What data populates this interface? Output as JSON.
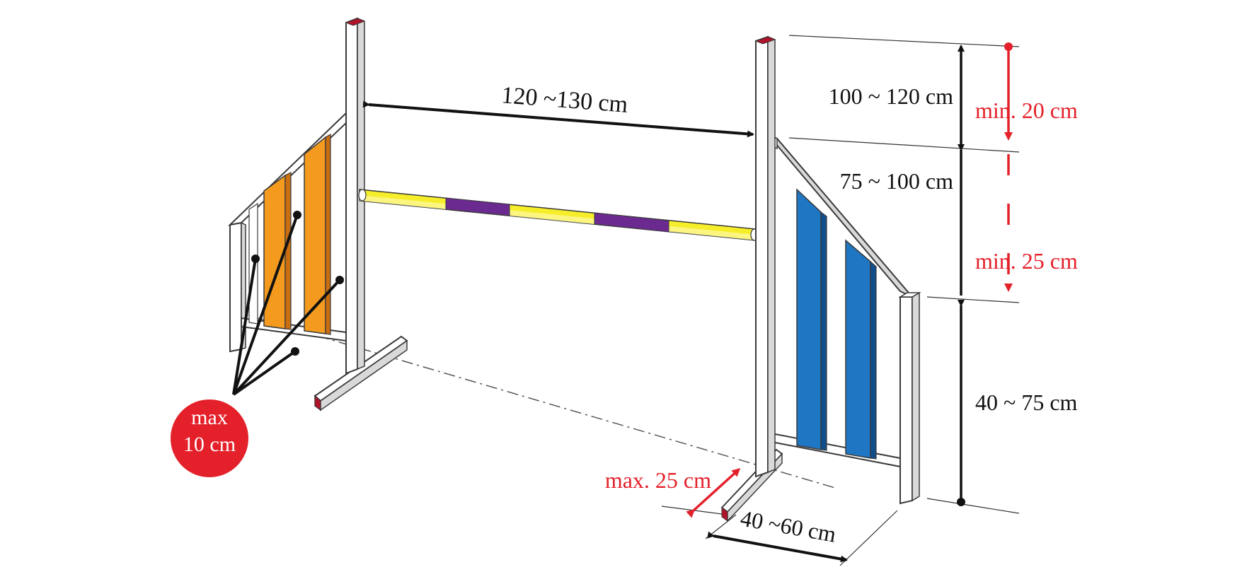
{
  "labels": {
    "span_between_posts": "120 ~130 cm",
    "upper_height_range": "100 ~ 120 cm",
    "middle_height_range": "75 ~ 100 cm",
    "lower_height_range": "40 ~ 75 cm",
    "min_20": "min. 20 cm",
    "min_25": "min. 25 cm",
    "max_25": "max. 25 cm",
    "foot_width": "40 ~60 cm",
    "badge_line1": "max",
    "badge_line2": "10 cm"
  },
  "colors": {
    "outline": "#3a3a3a",
    "post_fill": "#ffffff",
    "post_side": "#d9d9d9",
    "post_cap": "#b0122a",
    "orange": "#f39a1f",
    "orange_side": "#c86d12",
    "blue": "#1f76c2",
    "blue_side": "#114f8c",
    "pole_yellow": "#f6ee2a",
    "pole_purple": "#6a2a8f",
    "accent_red": "#e4202a",
    "dimension_black": "#111111"
  }
}
